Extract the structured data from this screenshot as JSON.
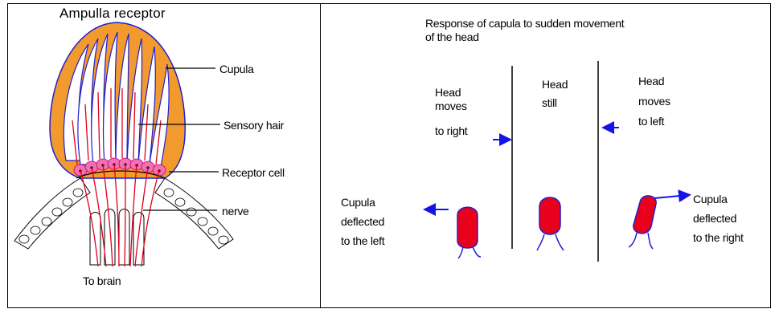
{
  "left_panel": {
    "title": "Ampulla receptor",
    "labels": {
      "cupula": "Cupula",
      "sensory_hair": "Sensory hair",
      "receptor_cell": "Receptor cell",
      "nerve": "nerve",
      "to_brain": "To brain"
    }
  },
  "right_panel": {
    "title_line1": "Response of capula to sudden movement",
    "title_line2": "of the head",
    "col1": {
      "head": [
        "Head",
        "moves",
        "to right"
      ],
      "cupula": [
        "Cupula",
        "deflected",
        "to the left"
      ]
    },
    "col2": {
      "head": [
        "Head",
        "still"
      ]
    },
    "col3": {
      "head": [
        "Head",
        "moves",
        "to left"
      ],
      "cupula": [
        "Cupula",
        "deflected",
        "to the right"
      ]
    }
  },
  "colors": {
    "cupula_fill": "#F39A2E",
    "outline": "#1F1FCF",
    "nerve": "#E0001A",
    "receptor": "#F26FB0",
    "arrow": "#1414E6",
    "cupula_red": "#E8001C"
  }
}
